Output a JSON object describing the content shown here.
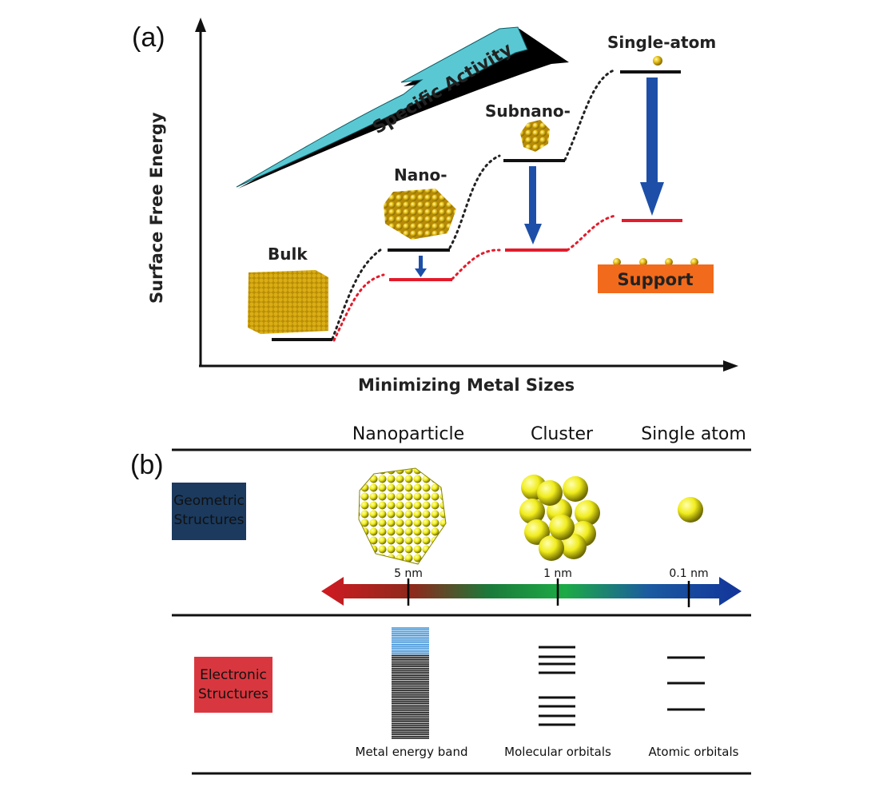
{
  "panel_a": {
    "label": "(a)",
    "y_axis_label": "Surface Free Energy",
    "x_axis_label": "Minimizing Metal Sizes",
    "activity_arrow_label": "Specific Activity",
    "levels": [
      {
        "name": "Bulk"
      },
      {
        "name": "Nano-"
      },
      {
        "name": "Subnano-"
      },
      {
        "name": "Single-atom"
      }
    ],
    "support_label": "Support",
    "colors": {
      "free_level": "#111111",
      "supported_level": "#e31b2b",
      "stabilization_arrow": "#1d4fa8",
      "activity_arrow": "#4fc3cf",
      "support_box": "#f26a1b",
      "metal": "#d8a911"
    }
  },
  "panel_b": {
    "label": "(b)",
    "columns": [
      "Nanoparticle",
      "Cluster",
      "Single atom"
    ],
    "rows": [
      {
        "label_line1": "Geometric",
        "label_line2": "Structures",
        "color": "#1b3a5e"
      },
      {
        "label_line1": "Electronic",
        "label_line2": "Structures",
        "color": "#d9373f"
      }
    ],
    "scale_ticks": [
      "5 nm",
      "1 nm",
      "0.1 nm"
    ],
    "electronic_captions": [
      "Metal energy band",
      "Molecular orbitals",
      "Atomic orbitals"
    ],
    "colors": {
      "atom": "#f0ec1c",
      "band_unoccupied": "#3a8fd6",
      "band_occupied": "#111111"
    }
  }
}
